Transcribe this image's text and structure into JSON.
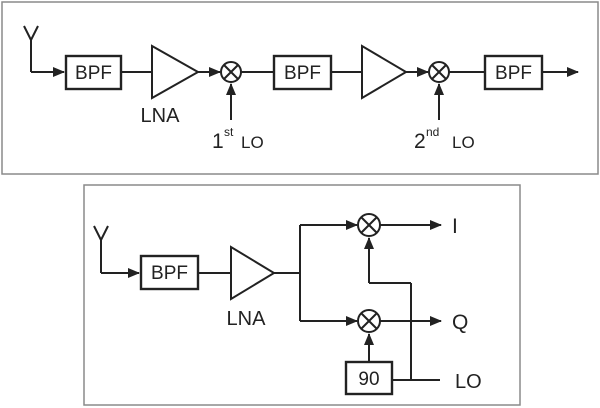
{
  "diagram_a": {
    "bpf1": "BPF",
    "lna": "LNA",
    "mixer1_lo_num": "1",
    "mixer1_lo_sup": "st",
    "mixer1_lo_text": "LO",
    "bpf2": "BPF",
    "mixer2_lo_num": "2",
    "mixer2_lo_sup": "nd",
    "mixer2_lo_text": "LO",
    "bpf3": "BPF"
  },
  "diagram_b": {
    "bpf": "BPF",
    "lna": "LNA",
    "i_output": "I",
    "q_output": "Q",
    "phase_shifter": "90",
    "lo_input": "LO"
  },
  "colors": {
    "line": "#222222",
    "frame": "#8a8a8a",
    "background": "#ffffff"
  }
}
